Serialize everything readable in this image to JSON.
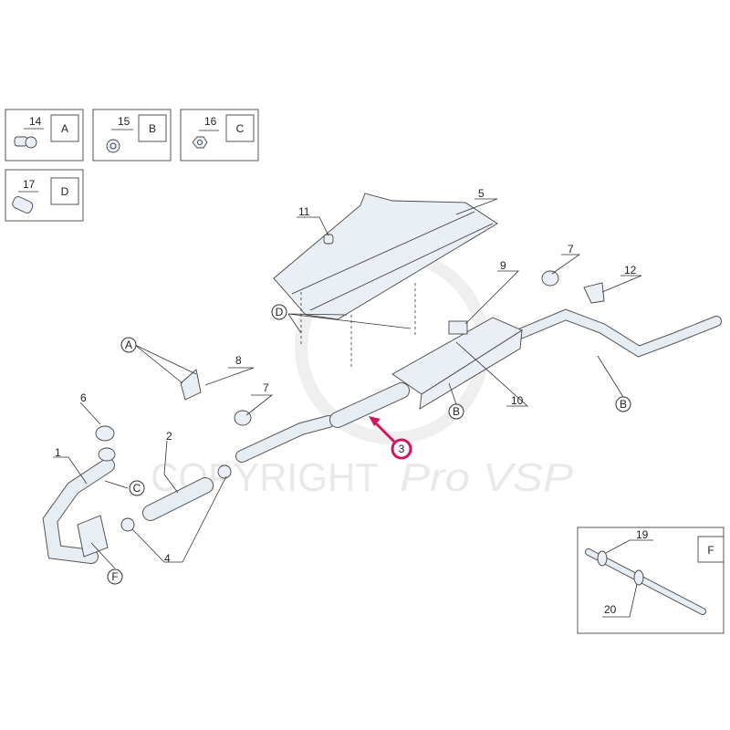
{
  "legend": [
    {
      "number": "14",
      "letter": "A"
    },
    {
      "number": "15",
      "letter": "B"
    },
    {
      "number": "16",
      "letter": "C"
    },
    {
      "number": "17",
      "letter": "D"
    }
  ],
  "callouts": {
    "p1": "1",
    "p2": "2",
    "p3": "3",
    "p4": "4",
    "p5": "5",
    "p6": "6",
    "p7a": "7",
    "p7b": "7",
    "p8": "8",
    "p9": "9",
    "p10": "10",
    "p11": "11",
    "p12": "12",
    "p19": "19",
    "p20": "20",
    "lA": "A",
    "lB1": "B",
    "lB2": "B",
    "lC": "C",
    "lD": "D",
    "lF": "F"
  },
  "detail_box": {
    "letter": "F"
  },
  "watermark": {
    "copyright": "COPYRIGHT",
    "brand": "Pro VSP"
  },
  "highlight_color": "#d0175f"
}
